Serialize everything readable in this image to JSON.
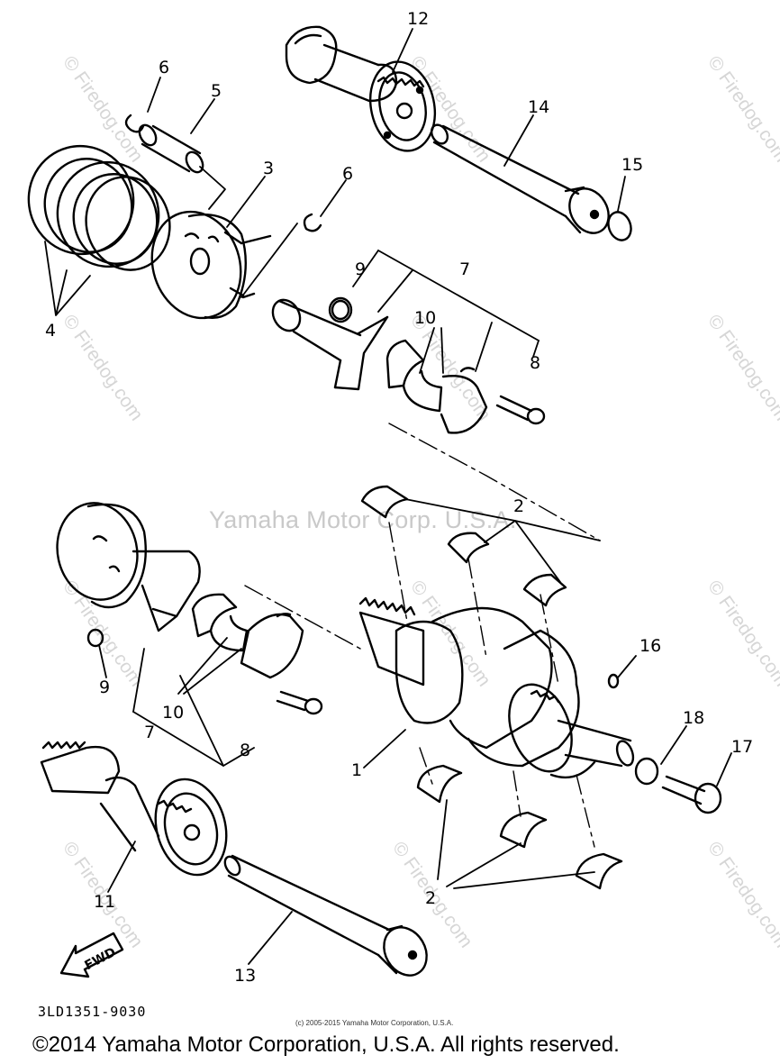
{
  "watermark": {
    "center_text": "Yamaha Motor Corp. U.S.A.",
    "site_text": "© Firedog.com"
  },
  "callouts": {
    "c1": "1",
    "c2a": "2",
    "c2b": "2",
    "c3": "3",
    "c4": "4",
    "c5": "5",
    "c6a": "6",
    "c6b": "6",
    "c7a": "7",
    "c7b": "7",
    "c8a": "8",
    "c8b": "8",
    "c9a": "9",
    "c9b": "9",
    "c10a": "10",
    "c10b": "10",
    "c11": "11",
    "c12": "12",
    "c13": "13",
    "c14": "14",
    "c15": "15",
    "c16": "16",
    "c17": "17",
    "c18": "18"
  },
  "fwd_label": "FWD",
  "part_code": "3LD1351-9030",
  "small_copyright": "(c) 2005-2015 Yamaha Motor Corporation, U.S.A.",
  "footer_copyright": "©2014 Yamaha Motor Corporation, U.S.A. All rights reserved."
}
